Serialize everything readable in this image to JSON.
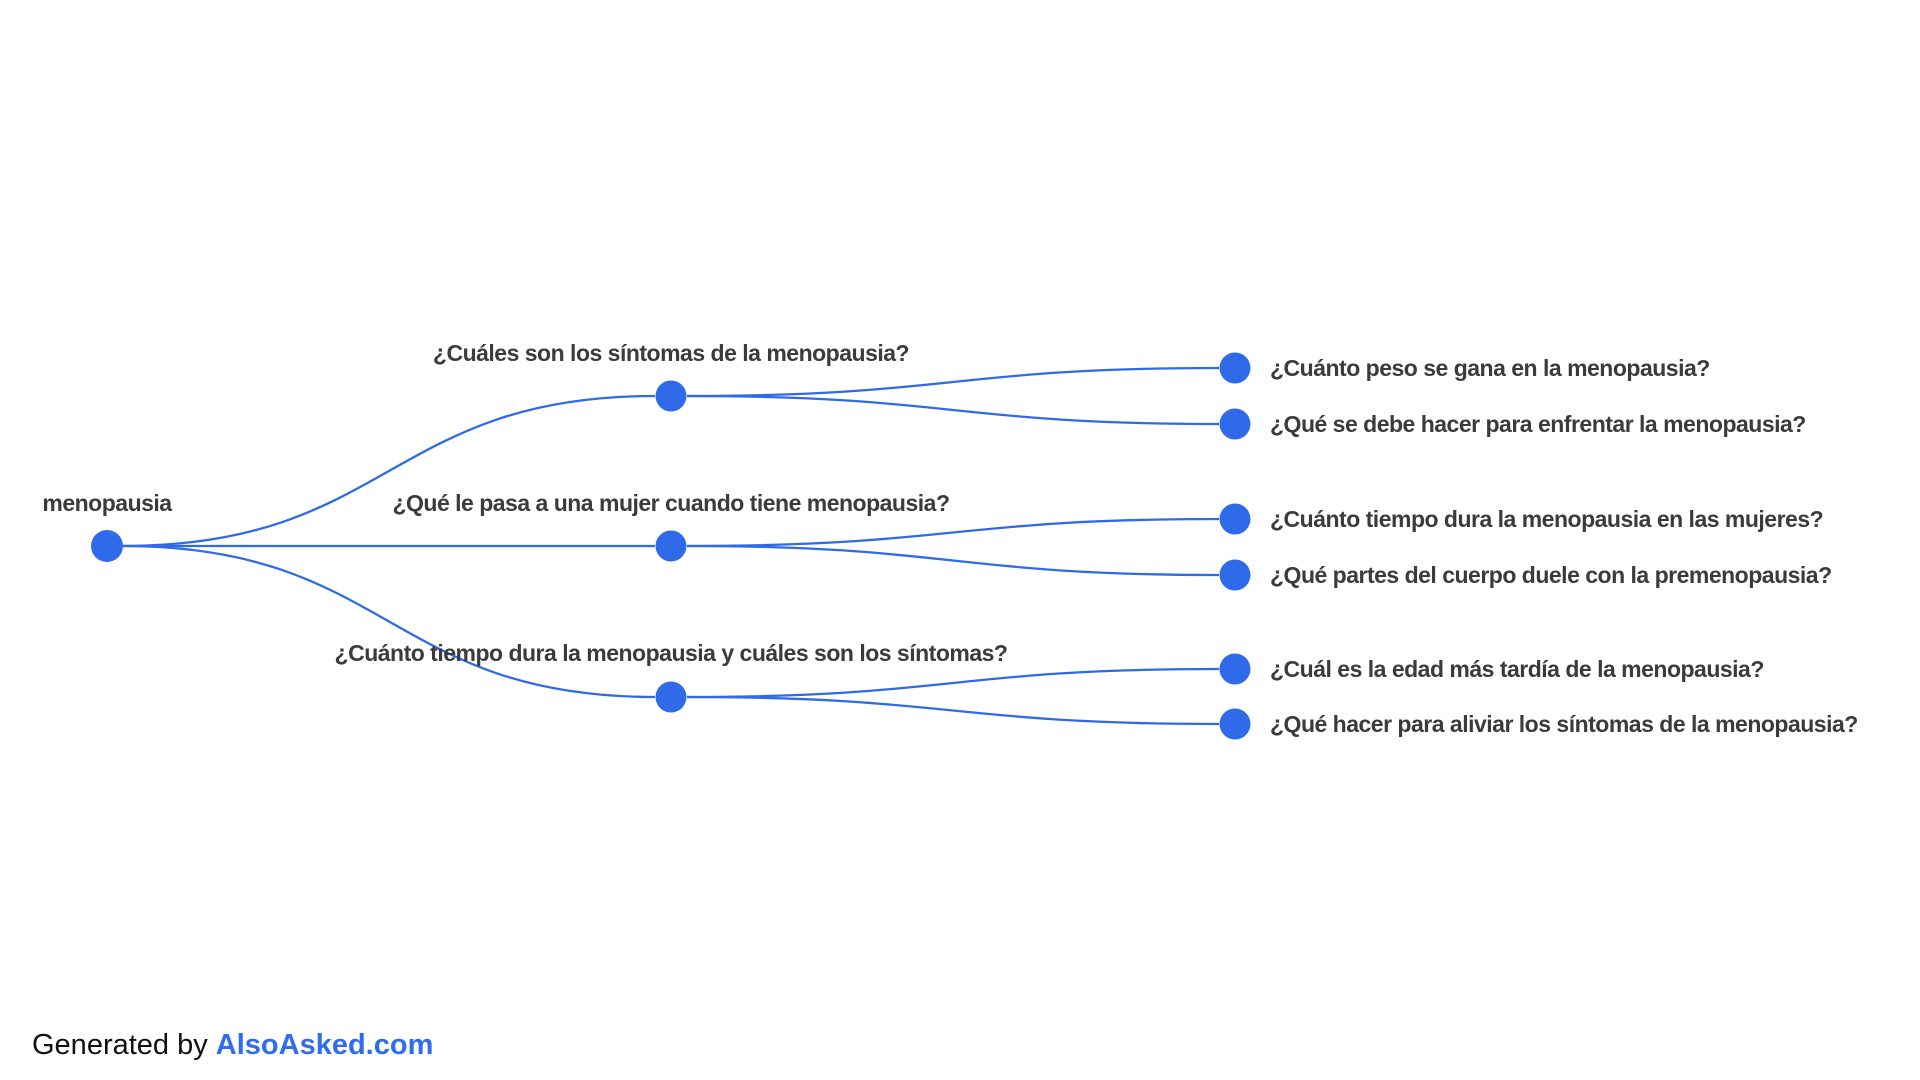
{
  "diagram": {
    "root": {
      "label": "menopausia"
    },
    "branches": [
      {
        "label": "¿Cuáles son los síntomas de la menopausia?",
        "children": [
          {
            "label": "¿Cuánto peso se gana en la menopausia?"
          },
          {
            "label": "¿Qué se debe hacer para enfrentar la menopausia?"
          }
        ]
      },
      {
        "label": "¿Qué le pasa a una mujer cuando tiene menopausia?",
        "children": [
          {
            "label": "¿Cuánto tiempo dura la menopausia en las mujeres?"
          },
          {
            "label": "¿Qué partes del cuerpo duele con la premenopausia?"
          }
        ]
      },
      {
        "label": "¿Cuánto tiempo dura la menopausia y cuáles son los síntomas?",
        "children": [
          {
            "label": "¿Cuál es la edad más tardía de la menopausia?"
          },
          {
            "label": "¿Qué hacer para aliviar los síntomas de la menopausia?"
          }
        ]
      }
    ]
  },
  "footer": {
    "prefix": "Generated by ",
    "link": "AlsoAsked.com"
  },
  "colors": {
    "accent": "#2f6ae9",
    "label_text": "#3b3b3b",
    "footer_text": "#111111",
    "footer_link": "#2e6cf2",
    "background": "#ffffff"
  }
}
